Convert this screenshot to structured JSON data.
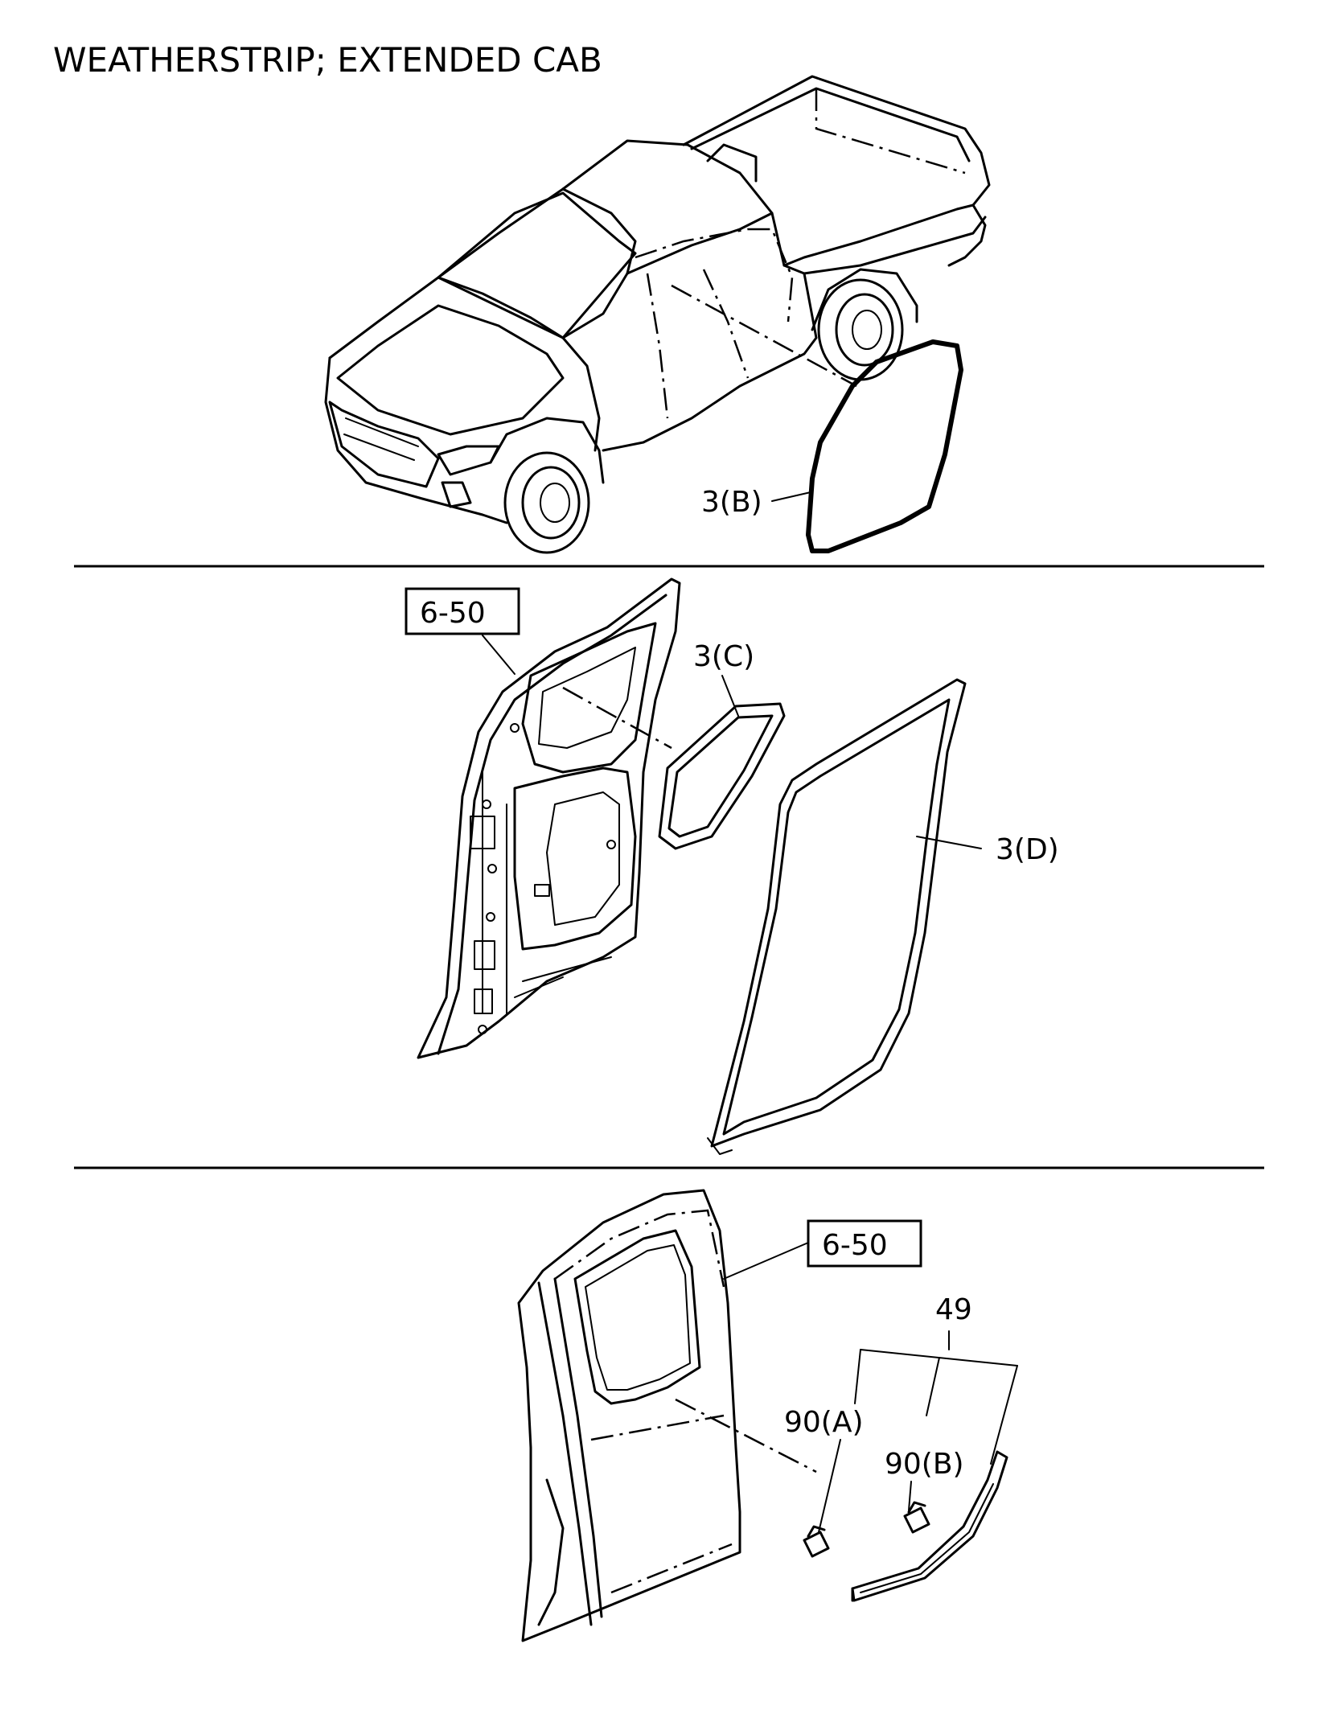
{
  "title": "WEATHERSTRIP; EXTENDED CAB",
  "labels": {
    "part_3b": "3(B)",
    "part_3c": "3(C)",
    "part_3d": "3(D)",
    "ref_box_upper": "6-50",
    "ref_box_lower": "6-50",
    "part_49": "49",
    "part_90a": "90(A)",
    "part_90b": "90(B)"
  }
}
